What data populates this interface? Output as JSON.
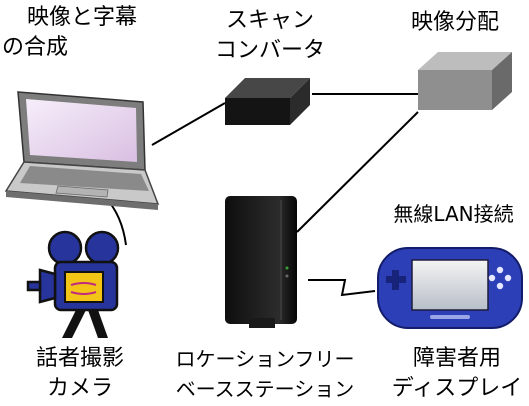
{
  "labels": {
    "pc_line1": "映像と字幕",
    "pc_line2": "の合成",
    "scan_line1": "スキャン",
    "scan_line2": "コンバータ",
    "dist": "映像分配",
    "wireless": "無線LAN接続",
    "camera_line1": "話者撮影",
    "camera_line2": "カメラ",
    "base_line1": "ロケーションフリー",
    "base_line2": "ベースステーション",
    "display_line1": "障害者用",
    "display_line2": "ディスプレイ"
  },
  "colors": {
    "laptop_screen": "#e9d6ee",
    "laptop_body": "#c9c9c9",
    "converter": "#1e1e1e",
    "distributor": "#8f8f8f",
    "camera_body": "#27349b",
    "camera_lens": "#f2c516",
    "psp": "#2c3fb6"
  }
}
